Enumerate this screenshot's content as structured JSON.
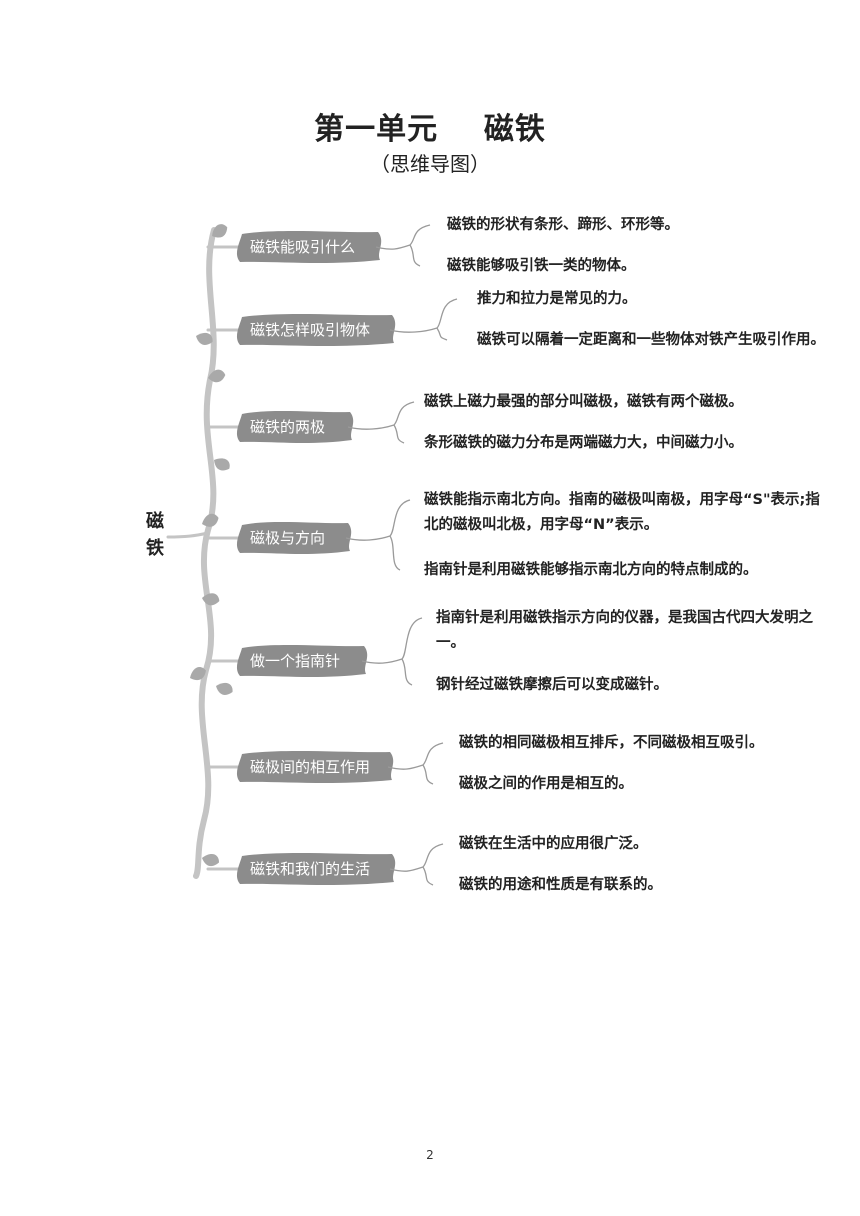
{
  "document": {
    "title": "第一单元    磁铁",
    "subtitle": "（思维导图）",
    "page_number": "2"
  },
  "mindmap": {
    "root": "磁\n铁",
    "branches": [
      {
        "label": "磁铁能吸引什么",
        "points": [
          "磁铁的形状有条形、蹄形、环形等。",
          "磁铁能够吸引铁一类的物体。"
        ]
      },
      {
        "label": "磁铁怎样吸引物体",
        "points": [
          "推力和拉力是常见的力。",
          "磁铁可以隔着一定距离和一些物体对铁产生吸引作用。"
        ]
      },
      {
        "label": "磁铁的两极",
        "points": [
          "磁铁上磁力最强的部分叫磁极，磁铁有两个磁极。",
          "条形磁铁的磁力分布是两端磁力大，中间磁力小。"
        ]
      },
      {
        "label": "磁极与方向",
        "points": [
          "磁铁能指示南北方向。指南的磁极叫南极，用字母“S\"表示;指北的磁极叫北极，用字母“N”表示。",
          "指南针是利用磁铁能够指示南北方向的特点制成的。"
        ]
      },
      {
        "label": "做一个指南针",
        "points": [
          "指南针是利用磁铁指示方向的仪器，是我国古代四大发明之一。",
          "钢针经过磁铁摩擦后可以变成磁针。"
        ]
      },
      {
        "label": "磁极间的相互作用",
        "points": [
          "磁铁的相同磁极相互排斥，不同磁极相互吸引。",
          "磁极之间的作用是相互的。"
        ]
      },
      {
        "label": "磁铁和我们的生活",
        "points": [
          "磁铁在生活中的应用很广泛。",
          "磁铁的用途和性质是有联系的。"
        ]
      }
    ]
  },
  "colors": {
    "vine": "#c4c4c4",
    "leaf": "#a9a9a9",
    "topic_fill": "#8c8c8c",
    "bracket": "#9a9a9a"
  }
}
